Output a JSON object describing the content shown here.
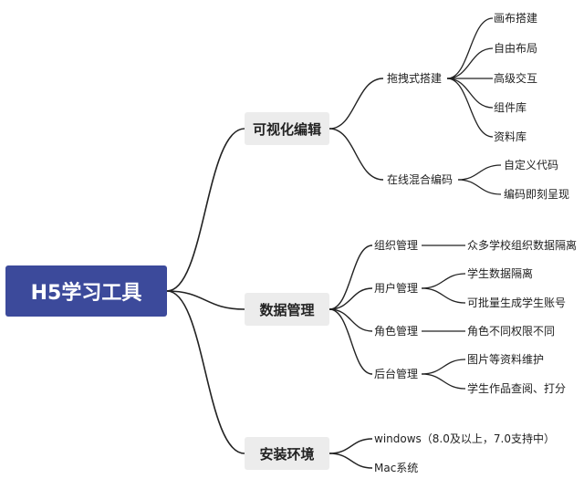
{
  "root": {
    "label": "H5学习工具"
  },
  "branches": [
    {
      "label": "可视化编辑",
      "children": [
        {
          "label": "拖拽式搭建",
          "leaves": [
            "画布搭建",
            "自由布局",
            "高级交互",
            "组件库",
            "资料库"
          ]
        },
        {
          "label": "在线混合编码",
          "leaves": [
            "自定义代码",
            "编码即刻呈现"
          ]
        }
      ]
    },
    {
      "label": "数据管理",
      "children": [
        {
          "label": "组织管理",
          "leaves": [
            "众多学校组织数据隔离"
          ]
        },
        {
          "label": "用户管理",
          "leaves": [
            "学生数据隔离",
            "可批量生成学生账号"
          ]
        },
        {
          "label": "角色管理",
          "leaves": [
            "角色不同权限不同"
          ]
        },
        {
          "label": "后台管理",
          "leaves": [
            "图片等资料维护",
            "学生作品查阅、打分"
          ]
        }
      ]
    },
    {
      "label": "安装环境",
      "children": [
        {
          "label": "windows（8.0及以上，7.0支持中）",
          "leaves": []
        },
        {
          "label": "Mac系统",
          "leaves": []
        }
      ]
    }
  ],
  "colors": {
    "root_bg": "#3c4a9b",
    "branch_bg": "#ececec",
    "line": "#222222"
  }
}
